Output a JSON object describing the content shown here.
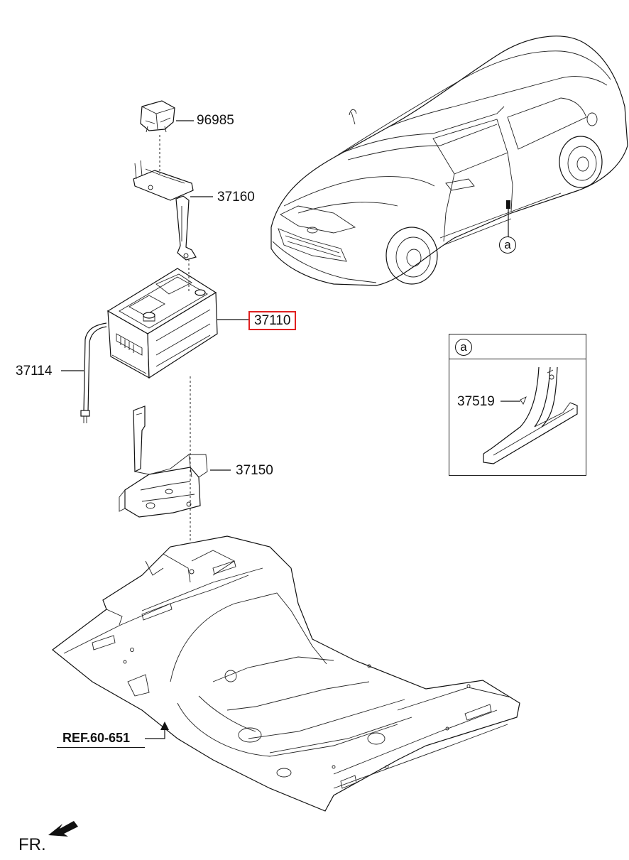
{
  "parts": {
    "p96985": "96985",
    "p37160": "37160",
    "p37110": "37110",
    "p37114": "37114",
    "p37150": "37150",
    "p37519": "37519"
  },
  "callouts": {
    "car_marker": "a",
    "inset_marker": "a"
  },
  "ref_label": "REF.60-651",
  "front_label": "FR.",
  "highlight_color": "#e02020"
}
